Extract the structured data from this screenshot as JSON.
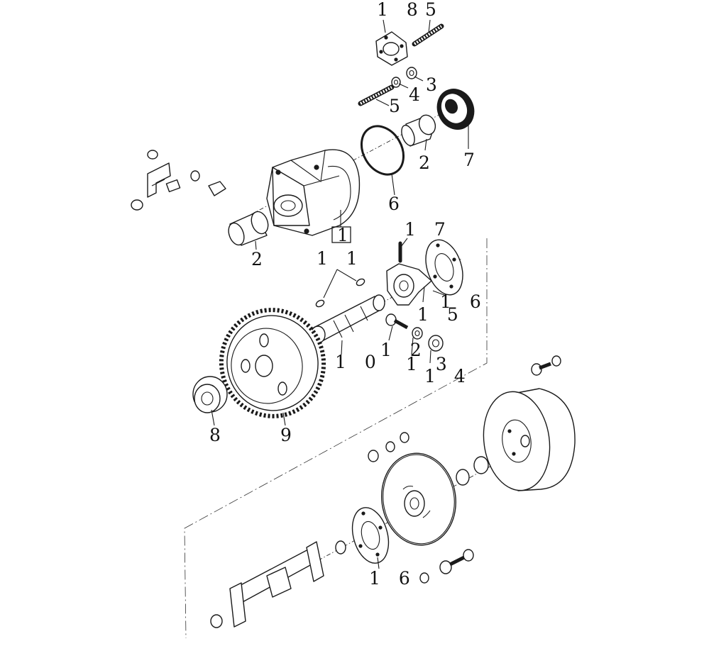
{
  "diagram": {
    "callouts": {
      "c18": "1 8",
      "c5_top": "5",
      "c3": "3",
      "c4": "4",
      "c5_mid": "5",
      "c7": "7",
      "c2_top": "2",
      "c6": "6",
      "c1": "1",
      "c2_left": "2",
      "c17": "1 7",
      "c11": "1 1",
      "c16_mid": "1 6",
      "c15": "1 5",
      "c10": "1 0",
      "c12": "1 2",
      "c13": "1 3",
      "c14": "1 4",
      "c8": "8",
      "c9": "9",
      "c16_bottom": "1 6"
    }
  }
}
